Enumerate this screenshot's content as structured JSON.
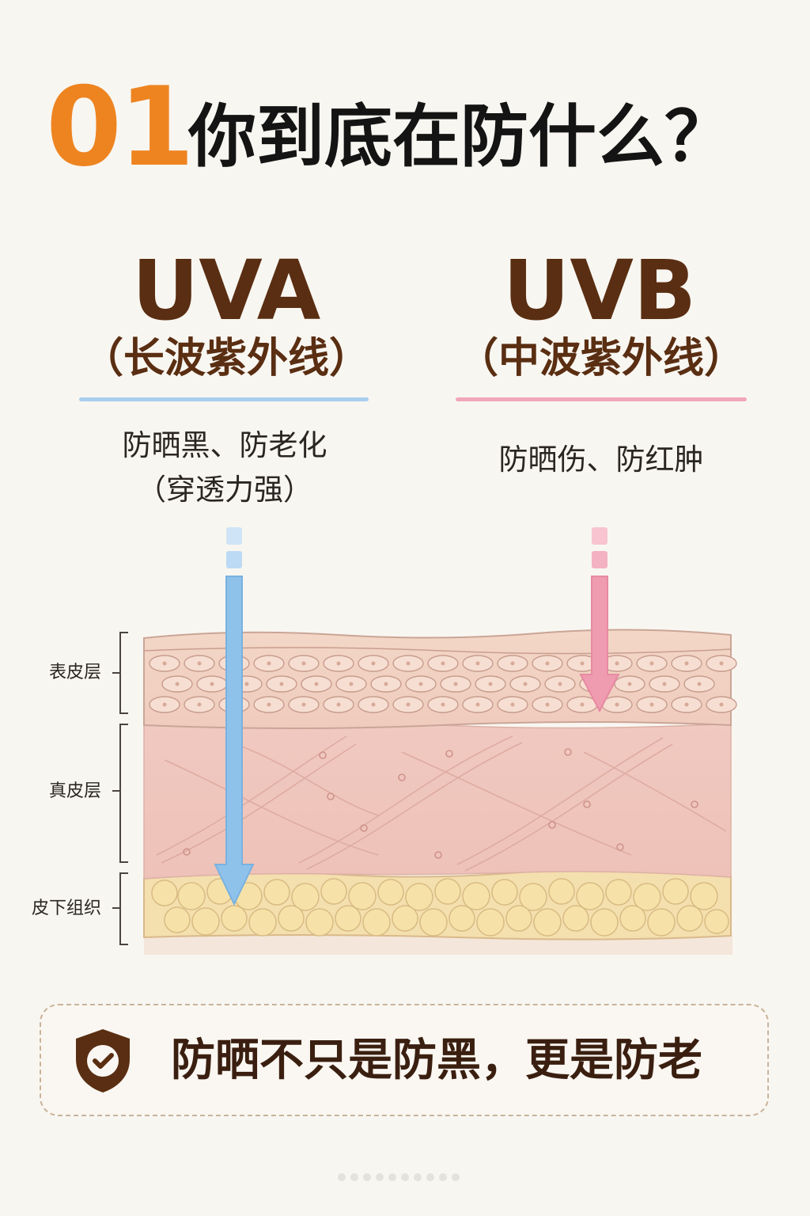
{
  "title": {
    "number": "01",
    "text": "你到底在防什么？"
  },
  "colors": {
    "accent_orange": "#ee8420",
    "brown": "#5a2e12",
    "uva_blue": "#8ec2ea",
    "uvb_pink": "#ef9bb0"
  },
  "uva": {
    "heading": "UVA",
    "subtitle": "（长波紫外线）",
    "effect_line1": "防晒黑、防老化",
    "effect_line2": "（穿透力强）"
  },
  "uvb": {
    "heading": "UVB",
    "subtitle": "（中波紫外线）",
    "effect_line1": "防晒伤、防红肿"
  },
  "skin_layers": {
    "epidermis": "表皮层",
    "dermis": "真皮层",
    "subcutaneous": "皮下组织"
  },
  "conclusion": {
    "icon": "shield-check-icon",
    "text": "防晒不只是防黑，更是防老"
  }
}
